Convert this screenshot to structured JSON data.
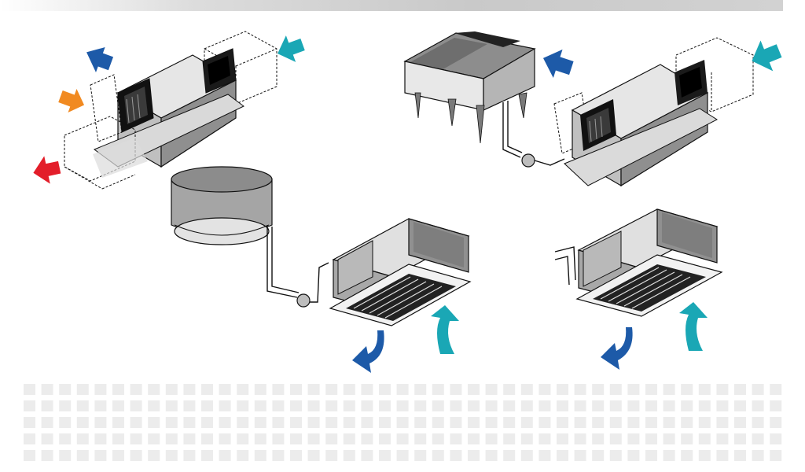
{
  "diagram": {
    "units": [
      {
        "name": "ducted-unit-with-fresh-air",
        "airflows": [
          "exhaust",
          "outdoor-intake",
          "supply",
          "return"
        ]
      },
      {
        "name": "ducted-unit-with-air-cooled-condenser",
        "airflows": [
          "condenser-discharge",
          "return"
        ]
      },
      {
        "name": "cassette-with-dry-cooler",
        "airflows": [
          "supply",
          "return"
        ]
      },
      {
        "name": "cassette-unit",
        "airflows": [
          "supply",
          "return"
        ]
      }
    ]
  },
  "colors": {
    "return": "#1aa7b5",
    "supply": "#1d5aa8",
    "exhaust": "#e31e2a",
    "outdoor": "#f18a21",
    "unit_light": "#d9d9d9",
    "unit_mid": "#a9a9a9",
    "unit_dark": "#5a5a5a",
    "outline": "#111111",
    "tiles": "#ececec"
  }
}
